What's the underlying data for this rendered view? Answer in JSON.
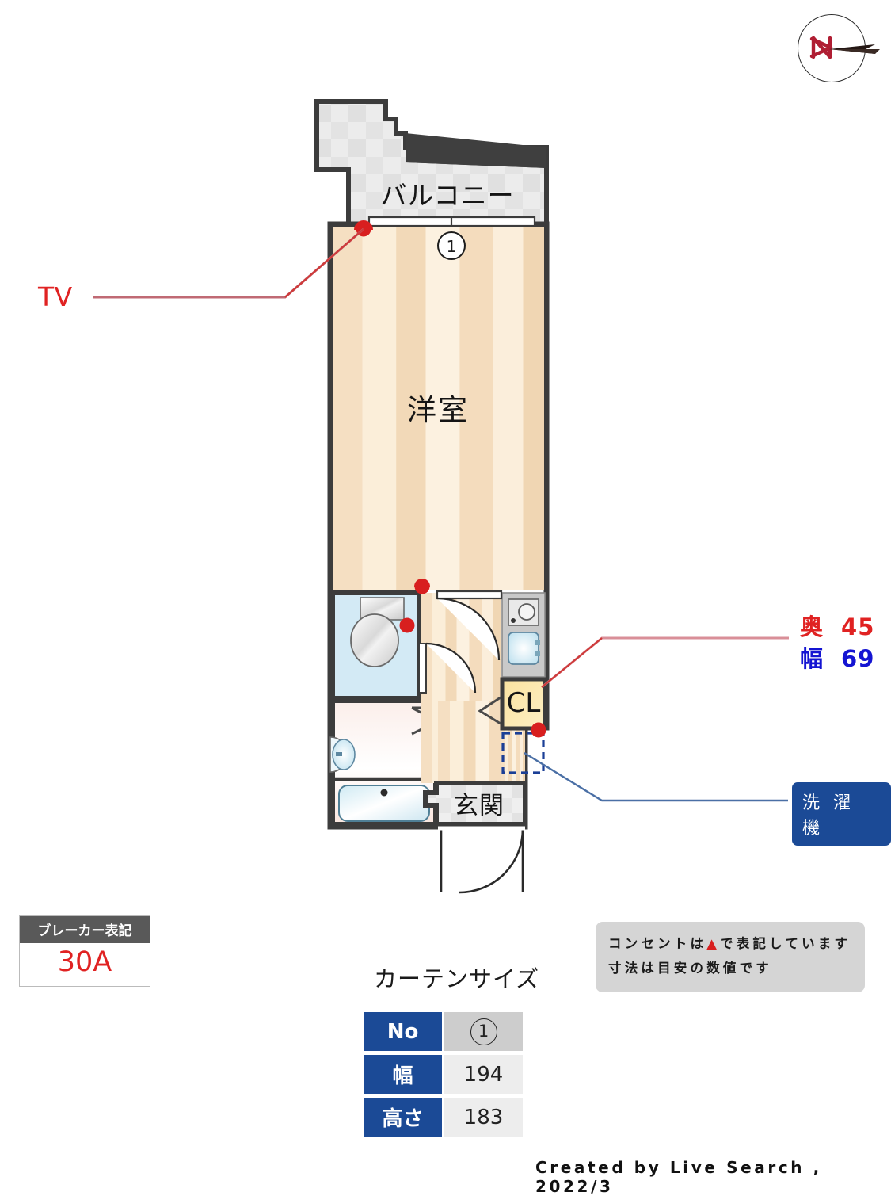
{
  "meta": {
    "credit": "Created by Live Search , 2022/3"
  },
  "compass": {
    "name": "north-arrow",
    "letter": "N"
  },
  "plan": {
    "rooms": [
      {
        "key": "balcony",
        "label": "バルコニー"
      },
      {
        "key": "western_room",
        "label": "洋室"
      },
      {
        "key": "closet",
        "label": "CL"
      },
      {
        "key": "entrance",
        "label": "玄関"
      }
    ],
    "curtain_marker": "1"
  },
  "annotations": {
    "tv_label": "TV",
    "closet_depth_key": "奥",
    "closet_depth_value": "45",
    "closet_width_key": "幅",
    "closet_width_value": "69",
    "washer_label": "洗 濯 機",
    "depth_color": "#e02222",
    "width_color": "#1414d2"
  },
  "breaker": {
    "title": "ブレーカー表記",
    "value": "30A"
  },
  "note": {
    "line1_before": "コンセントは",
    "line1_marker": "▲",
    "line1_after": "で表記しています",
    "line2": "寸法は目安の数値です"
  },
  "curtain": {
    "title": "カーテンサイズ",
    "rows": [
      {
        "key": "No",
        "value": "1"
      },
      {
        "key": "幅",
        "value": "194"
      },
      {
        "key": "高さ",
        "value": "183"
      }
    ]
  }
}
